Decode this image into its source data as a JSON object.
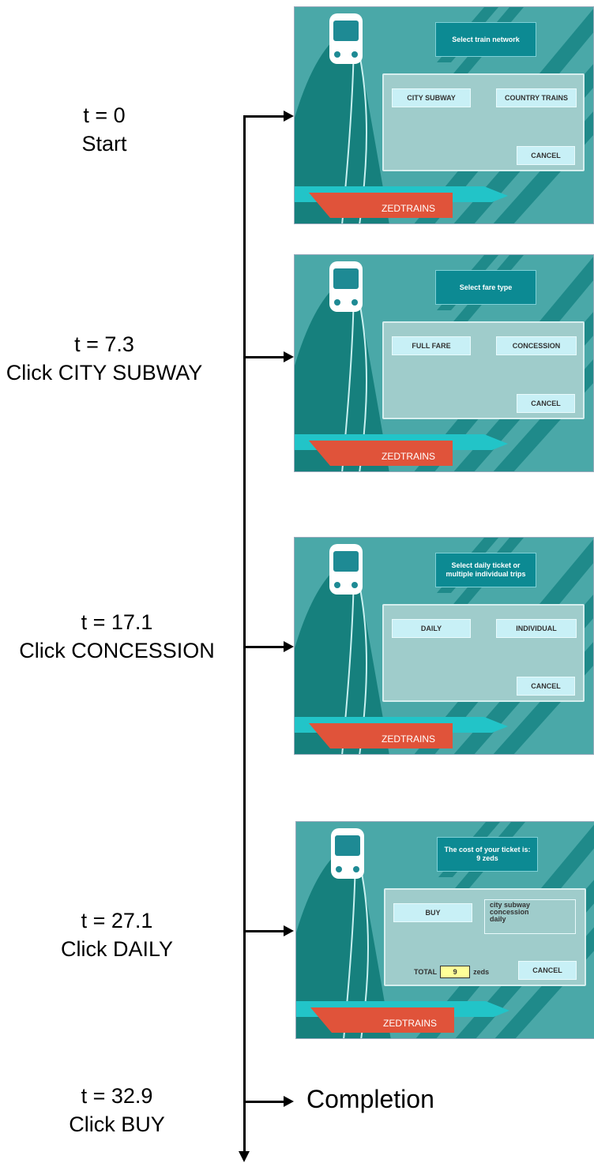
{
  "steps": [
    {
      "time": "t = 0",
      "action": "Start"
    },
    {
      "time": "t = 7.3",
      "action": "Click CITY SUBWAY"
    },
    {
      "time": "t = 17.1",
      "action": "Click CONCESSION"
    },
    {
      "time": "t = 27.1",
      "action": "Click DAILY"
    },
    {
      "time": "t = 32.9",
      "action": "Click BUY"
    }
  ],
  "completion": "Completion",
  "brand": "ZEDTRAINS",
  "cancel_label": "CANCEL",
  "screens": [
    {
      "title": "Select train network",
      "option1": "CITY SUBWAY",
      "option2": "COUNTRY TRAINS"
    },
    {
      "title": "Select fare type",
      "option1": "FULL FARE",
      "option2": "CONCESSION"
    },
    {
      "title": "Select daily ticket or\nmultiple individual trips",
      "option1": "DAILY",
      "option2": "INDIVIDUAL"
    },
    {
      "title": "The cost of your ticket is:\n9 zeds",
      "buy": "BUY",
      "summary": "city subway\nconcession\ndaily",
      "total_label": "TOTAL",
      "total_value": "9",
      "total_unit": "zeds"
    }
  ],
  "colors": {
    "teal_bg": "#2e9f9a",
    "dark_teal": "#15857f",
    "brand_red": "#e0533a",
    "cyan_band": "#22c4c8",
    "button": "#c8f0f6"
  }
}
